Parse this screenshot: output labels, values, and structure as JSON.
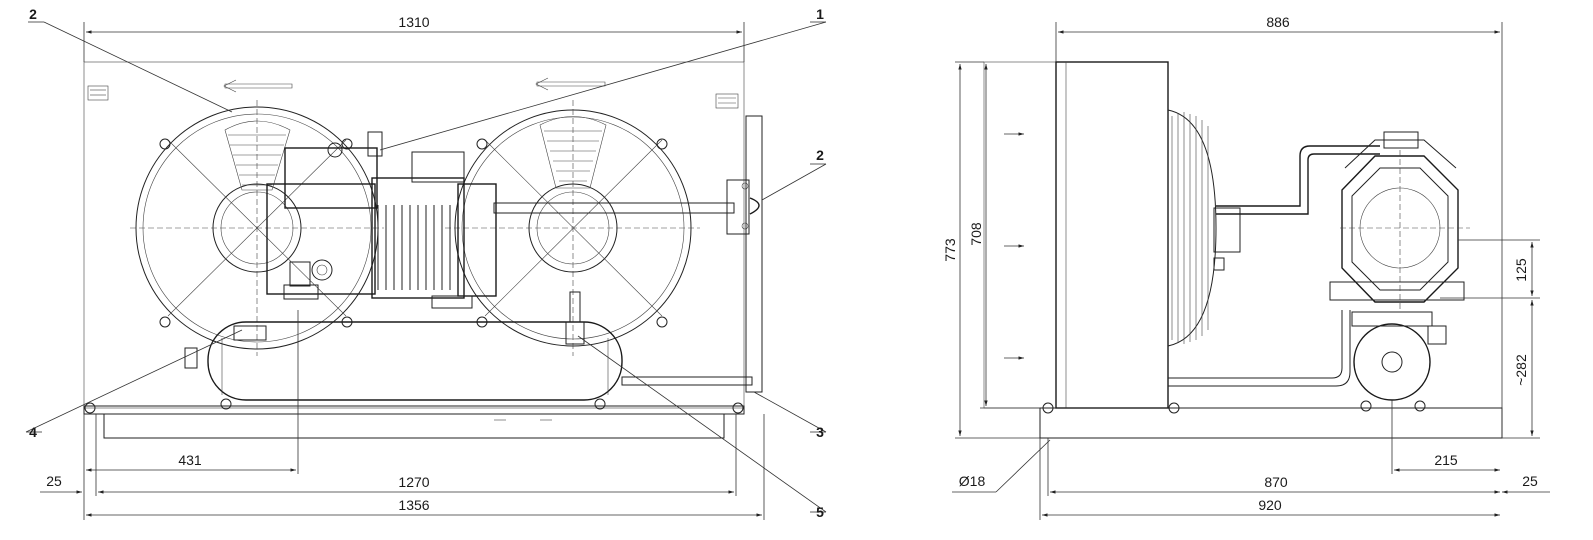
{
  "front_view": {
    "width_top": "1310",
    "dim_431": "431",
    "dim_1270": "1270",
    "dim_1356": "1356",
    "dim_25": "25",
    "callouts": {
      "c1": "1",
      "c2a": "2",
      "c2b": "2",
      "c3": "3",
      "c4": "4",
      "c5": "5"
    }
  },
  "side_view": {
    "width_top": "886",
    "height_773": "773",
    "height_708": "708",
    "dim_125": "125",
    "dim_282": "~282",
    "dim_215": "215",
    "dim_870": "870",
    "dim_920": "920",
    "dim_25": "25",
    "hole": "Ø18"
  }
}
